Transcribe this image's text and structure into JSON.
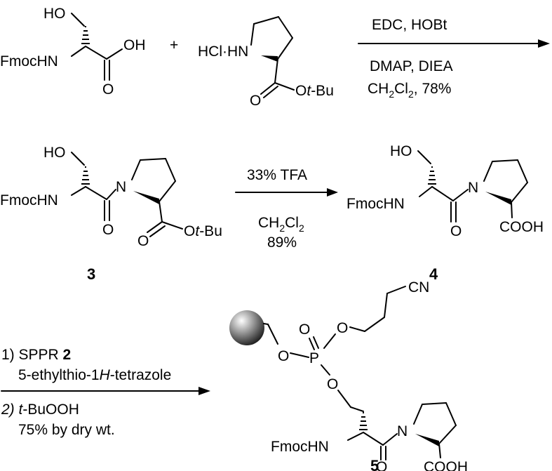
{
  "reagents": {
    "ser_ho": "HO",
    "ser_nh": "FmocHN",
    "ser_oh": "OH",
    "ser_o": "O",
    "plus": "+",
    "pro_salt": "HCl·HN",
    "pro_o": "O",
    "pro_ester": "O",
    "pro_ester_t": "t",
    "pro_ester_bu": "-Bu"
  },
  "step1": {
    "line1": "EDC, HOBt",
    "line2": "DMAP, DIEA",
    "line3_a": "CH",
    "line3_sub1": "2",
    "line3_b": "Cl",
    "line3_sub2": "2",
    "line3_c": ", 78%"
  },
  "compound3": {
    "number": "3",
    "ho": "HO",
    "nh": "FmocHN",
    "n": "N",
    "o_amide": "O",
    "o_ester": "O",
    "ester": "O",
    "ester_t": "t",
    "ester_bu": "-Bu"
  },
  "step2": {
    "line1": "33% TFA",
    "line2_a": "CH",
    "line2_sub1": "2",
    "line2_b": "Cl",
    "line2_sub2": "2",
    "line3": "89%"
  },
  "compound4": {
    "number": "4",
    "ho": "HO",
    "nh": "FmocHN",
    "n": "N",
    "o_amide": "O",
    "acid": "COOH"
  },
  "step3": {
    "line1_a": "1) SPPR ",
    "line1_b": "2",
    "line2_a": "5-ethylthio-1",
    "line2_h": "H",
    "line2_b": "-tetrazole",
    "line3_a": "2) ",
    "line3_t": "t",
    "line3_b": "-BuOOH",
    "line4": "75% by dry wt."
  },
  "compound5": {
    "number": "5",
    "o_top_left": "O",
    "o_top_right": "O",
    "cn": "CN",
    "o_left": "O",
    "p": "P",
    "o_right": "O",
    "nh": "FmocHN",
    "n": "N",
    "o_amide": "O",
    "acid": "COOH"
  }
}
